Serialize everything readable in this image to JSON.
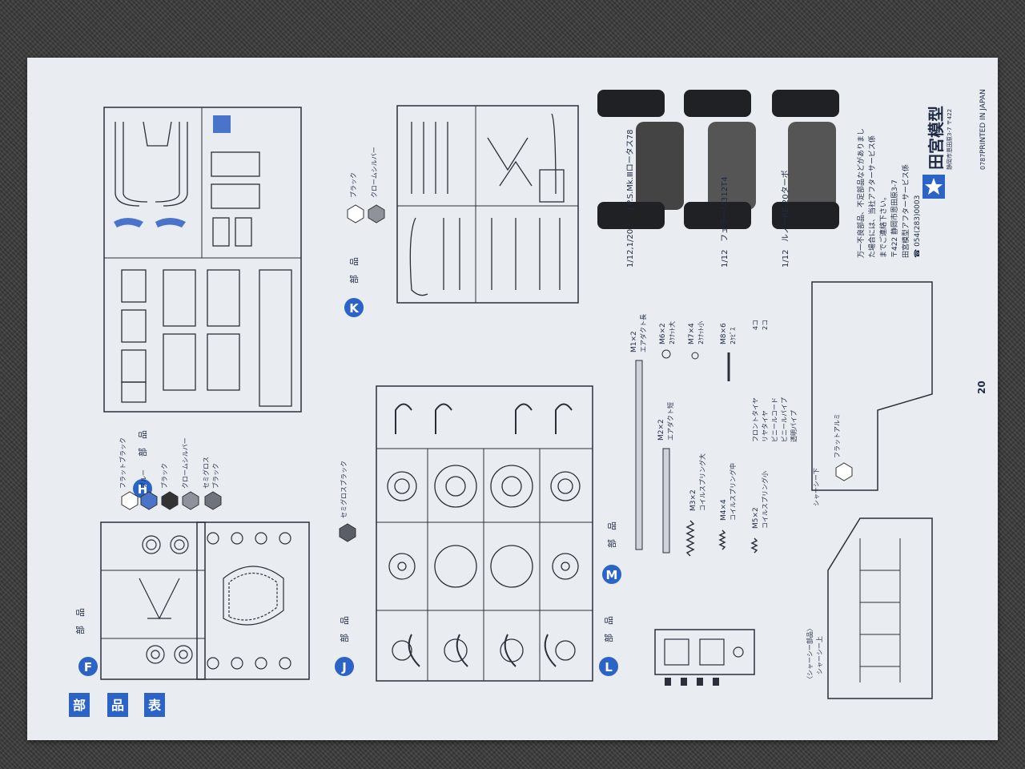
{
  "page": {
    "number": "20",
    "printed": "PRINTED IN JAPAN",
    "code": "0787"
  },
  "index_tabs": [
    "部",
    "品",
    "表"
  ],
  "parts": {
    "F": {
      "letter": "F",
      "title": "部　品"
    },
    "H": {
      "letter": "H",
      "title": "部　品",
      "legend": [
        "フラットブラック",
        "ブルー",
        "ブラック",
        "クロームシルバー",
        "セミグロス",
        "ブラック"
      ]
    },
    "J": {
      "letter": "J",
      "title": "部　品",
      "legend": [
        "セミグロスブラック"
      ]
    },
    "K": {
      "letter": "K",
      "title": "部　品",
      "legend": [
        "ブラック",
        "クロームシルバー"
      ]
    },
    "L": {
      "letter": "L",
      "title": "部　品"
    },
    "M": {
      "letter": "M",
      "title": "部　品"
    }
  },
  "tubes": [
    {
      "size": "M1×2",
      "name": "エアダクト長"
    },
    {
      "size": "M2×2",
      "name": "エアダクト短"
    }
  ],
  "springs": [
    {
      "size": "M3×2",
      "name": "コイルスプリング大"
    },
    {
      "size": "M4×4",
      "name": "コイルスプリング中"
    },
    {
      "size": "M5×2",
      "name": "コイルスプリング小"
    }
  ],
  "hardware": [
    {
      "size": "M6×2",
      "name": "2ｹﾅｯﾄ大"
    },
    {
      "size": "M7×4",
      "name": "2ｹﾅｯﾄ小"
    },
    {
      "size": "M8×6",
      "name": "2ｹﾋﾞｽ"
    }
  ],
  "misc_list": [
    {
      "name": "フロントタイヤ",
      "qty": "4コ"
    },
    {
      "name": "リヤタイヤ",
      "qty": "2コ"
    },
    {
      "name": "ビニールコード",
      "qty": ""
    },
    {
      "name": "ビニールパイプ",
      "qty": ""
    },
    {
      "name": "透明パイプ",
      "qty": ""
    }
  ],
  "chassis": {
    "title": "〈シャーシー部品〉",
    "upper": "シャーシー上",
    "lower": "シャーシー下",
    "legend": "フラットアルミ"
  },
  "kits": [
    {
      "scale": "1/12,1/20",
      "name": "J.P.S.Mk.Ⅲロータス78"
    },
    {
      "scale": "1/12",
      "name": "フェラーリ312T4"
    },
    {
      "scale": "1/12",
      "name": "ルノーRE-20ターボ"
    }
  ],
  "company": {
    "note": [
      "万一不良部品、不足部品などがありまし",
      "た場合には、当社アフターサービス係",
      "までご連絡下さい。"
    ],
    "address": "〒422 静岡市恩田原3-7",
    "dept": "田宮模型アフターサービス係",
    "phone": "☎ 054(283)0003",
    "brand": "田宮模型",
    "brand_sub": "静岡市恩田原3-7 〒422"
  },
  "colors": {
    "paper": "#e9ecf0",
    "ink": "#1f2a44",
    "accent": "#2b63c6",
    "blue_part": "#4a74c9",
    "grey_part": "#9ea3ad"
  }
}
